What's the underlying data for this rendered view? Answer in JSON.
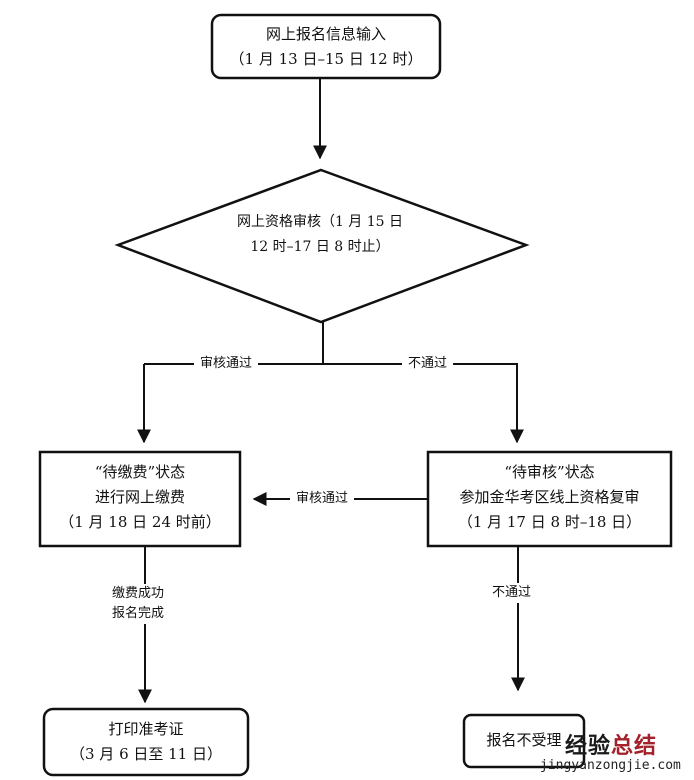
{
  "flowchart": {
    "nodes": {
      "online_entry": {
        "shape": "rounded-rect",
        "line1": "网上报名信息输入",
        "line2": "（1 月 13 日–15 日 12 时）"
      },
      "online_review": {
        "shape": "diamond",
        "line1": "网上资格审核（1 月 15 日",
        "line2": "12 时–17 日 8 时止）"
      },
      "pending_payment": {
        "shape": "rect",
        "line1": "“待缴费”状态",
        "line2": "进行网上缴费",
        "line3": "（1 月 18 日 24 时前）"
      },
      "pending_review": {
        "shape": "rect",
        "line1": "“待审核”状态",
        "line2": "参加金华考区线上资格复审",
        "line3": "（1 月 17 日 8 时–18 日）"
      },
      "print_ticket": {
        "shape": "rounded-rect",
        "line1": "打印准考证",
        "line2": "（3 月 6 日至 11 日）"
      },
      "rejected": {
        "shape": "rounded-rect",
        "line1": "报名不受理"
      }
    },
    "edge_labels": {
      "review_pass": "审核通过",
      "review_fail": "不通过",
      "recheck_pass": "审核通过",
      "payment_done_line1": "缴费成功",
      "payment_done_line2": "报名完成",
      "recheck_fail": "不通过"
    }
  },
  "watermark": {
    "cn_part1": "经验",
    "cn_part2": "总结",
    "url": "jingyanzongjie.com",
    "colors": {
      "dark": "#1a1a1a",
      "red": "#a3212b"
    }
  }
}
